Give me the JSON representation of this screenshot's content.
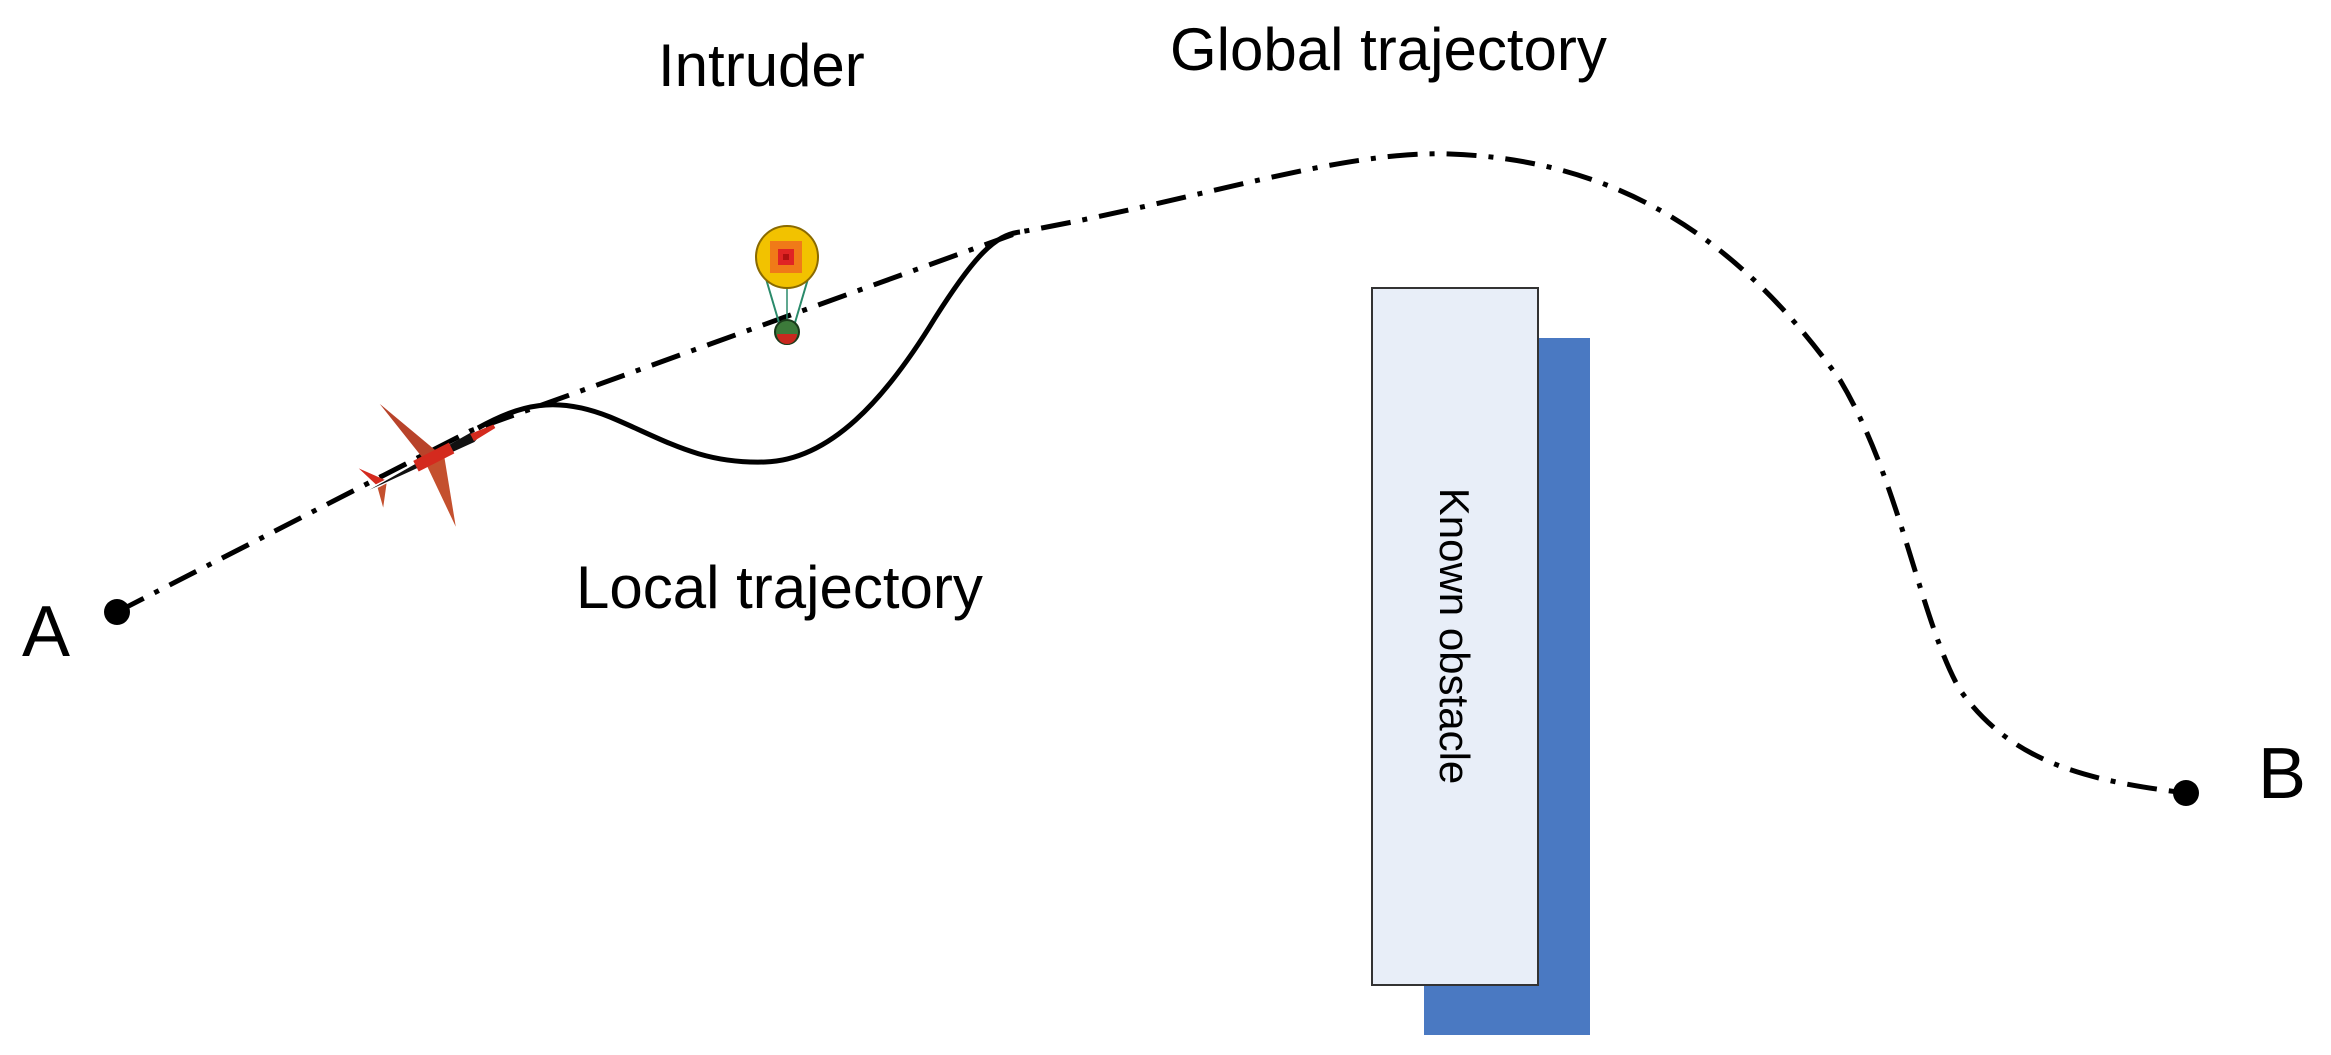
{
  "labels": {
    "intruder": "Intruder",
    "global_trajectory": "Global trajectory",
    "local_trajectory": "Local trajectory",
    "known_obstacle": "Known obstacle",
    "point_a": "A",
    "point_b": "B"
  },
  "icons": {
    "aircraft": "aircraft-icon",
    "intruder": "balloon-icon",
    "start": "point-icon",
    "end": "point-icon"
  },
  "colors": {
    "trajectory": "#000000",
    "obstacle_face": "#e8eef8",
    "obstacle_shadow": "#4a79c2",
    "aircraft": "#d42a1e",
    "aircraft_shade": "#b8432a",
    "balloon_outer": "#f2c200",
    "balloon_mid": "#f07a18",
    "balloon_core": "#e02424",
    "gondola": "#3c7a3a",
    "rigging": "#2a8a6a"
  }
}
